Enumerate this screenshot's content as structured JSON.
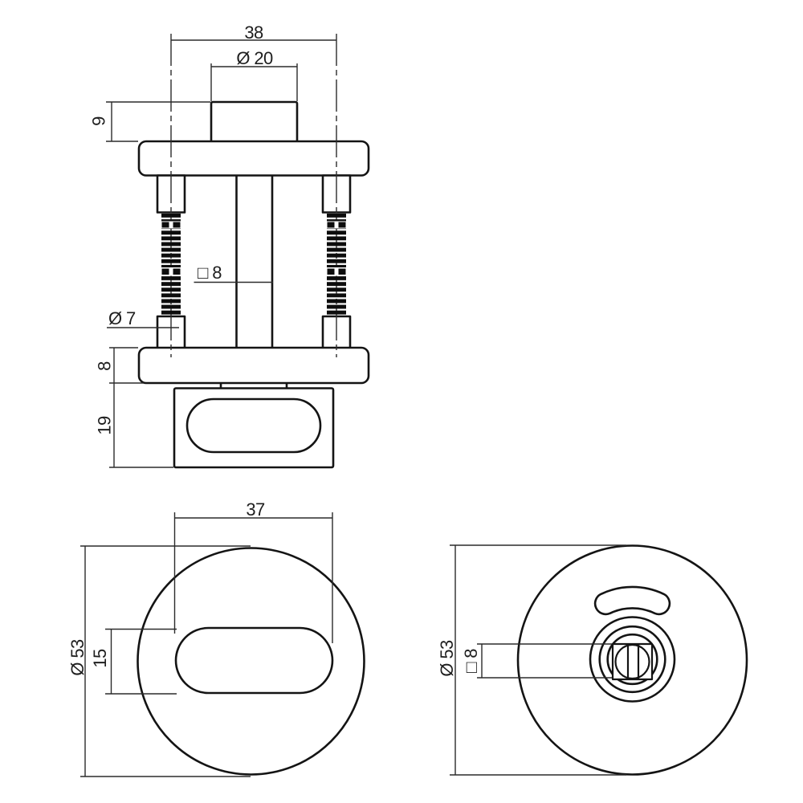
{
  "colors": {
    "outline": "#141414",
    "dimension": "#2b2b2b",
    "thread": "#0d0d0d",
    "background": "#ffffff"
  },
  "views": {
    "side": {
      "dims": {
        "screw_spacing": "38",
        "knob_diameter": "Ø 20",
        "knob_height": "9",
        "spindle_square": "□ 8",
        "screw_diameter": "Ø 7",
        "rose_thickness": "8",
        "nut_height": "19"
      }
    },
    "front": {
      "dims": {
        "slot_width": "37",
        "rose_diameter": "Ø 53",
        "slot_height": "15"
      }
    },
    "back": {
      "dims": {
        "rose_diameter": "Ø 53",
        "spindle_square": "□ 8"
      }
    }
  }
}
